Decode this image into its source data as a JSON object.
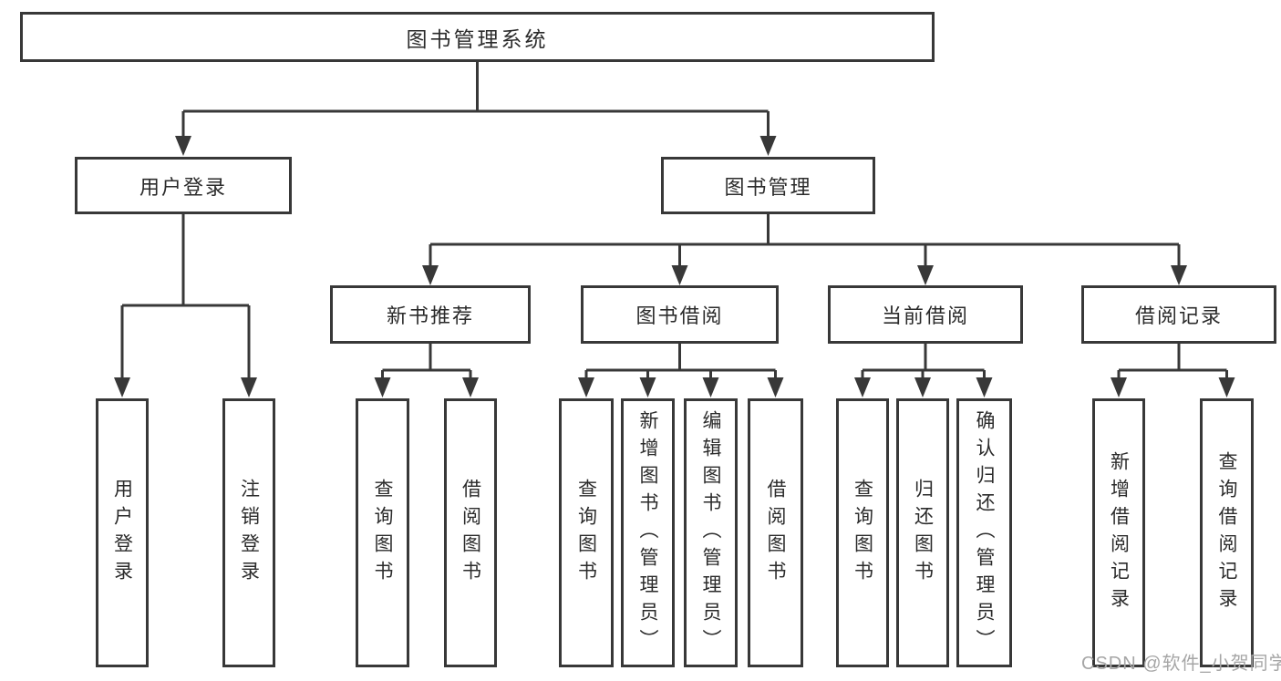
{
  "diagram": {
    "root": "图书管理系统",
    "branches": [
      {
        "label": "用户登录",
        "children": [
          "用户登录",
          "注销登录"
        ]
      },
      {
        "label": "图书管理",
        "groups": [
          {
            "label": "新书推荐",
            "children": [
              "查询图书",
              "借阅图书"
            ]
          },
          {
            "label": "图书借阅",
            "children": [
              "查询图书",
              "新增图书（管理员）",
              "编辑图书（管理员）",
              "借阅图书"
            ]
          },
          {
            "label": "当前借阅",
            "children": [
              "查询图书",
              "归还图书",
              "确认归还（管理员）"
            ]
          },
          {
            "label": "借阅记录",
            "children": [
              "新增借阅记录",
              "查询借阅记录"
            ]
          }
        ]
      }
    ]
  },
  "watermark": "CSDN @软件_小贺同学",
  "colors": {
    "line": "#383838",
    "text": "#2b2b2b",
    "background": "#ffffff",
    "watermark": "#a6a6a6"
  }
}
